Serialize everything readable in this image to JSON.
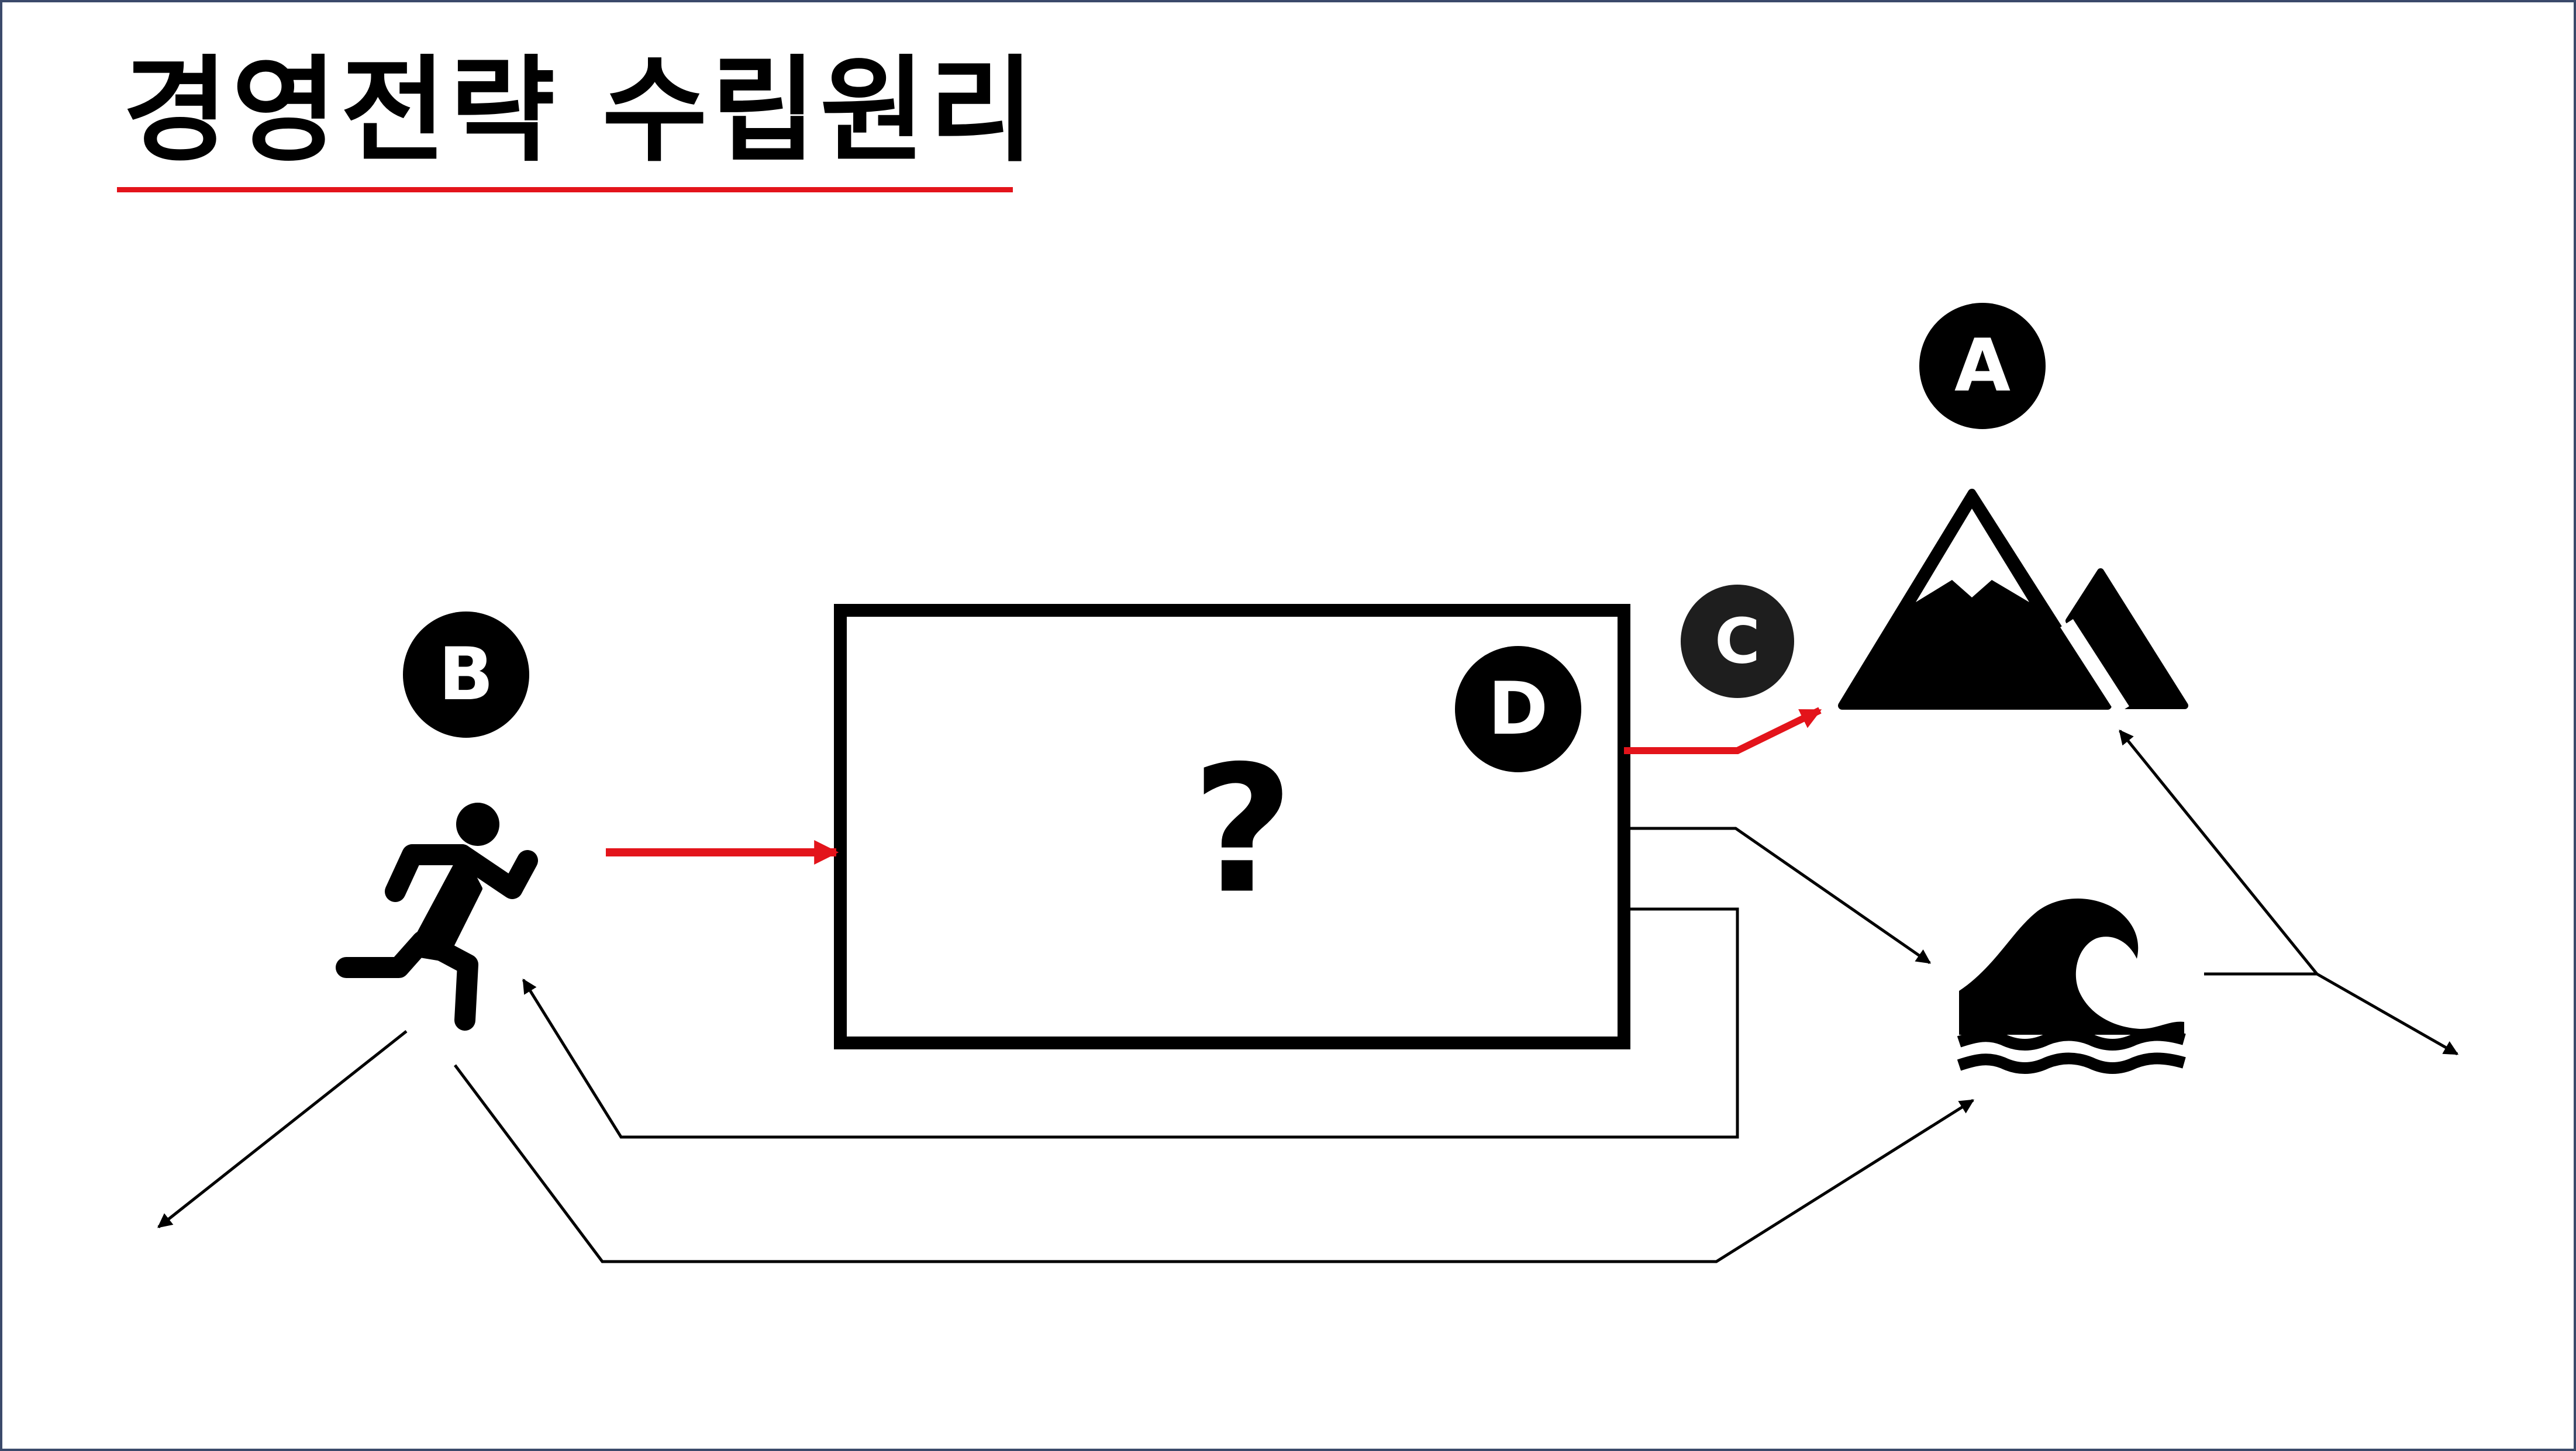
{
  "title": "경영전략 수립원리",
  "colors": {
    "accent": "#e3141b",
    "ink": "#000000",
    "frame": "#3b4a6b",
    "badge_c": "#1e1e1e"
  },
  "badges": {
    "a": "A",
    "b": "B",
    "c": "C",
    "d": "D"
  },
  "box": {
    "question": "?"
  },
  "icons": {
    "runner": "running-person-icon",
    "mountain": "mountain-icon",
    "wave": "ocean-wave-icon"
  }
}
